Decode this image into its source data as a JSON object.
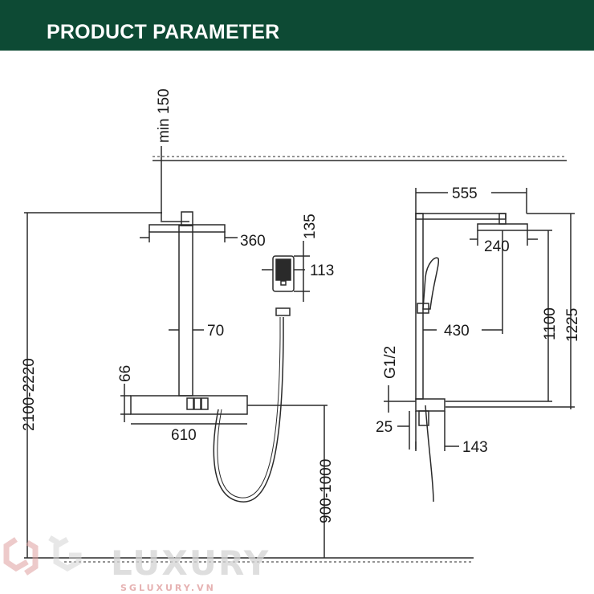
{
  "header": {
    "title": "PRODUCT PARAMETER"
  },
  "colors": {
    "banner": "#0d4a34",
    "line": "#2a2a2a",
    "watermark_red": "#e0a0a0",
    "watermark_grey": "#d4d4d4"
  },
  "dimensions": {
    "min_height": "min 150",
    "head_front": "360",
    "handset_length": "135",
    "handset_width": "113",
    "pipe": "70",
    "valve_height": "66",
    "valve_width": "610",
    "total_height": "2100-2220",
    "install_height": "900-1000",
    "arm_length": "555",
    "head_side": "240",
    "rail_offset": "430",
    "head_height": "1100",
    "top_height": "1225",
    "inlet_thread": "G1/2",
    "inlet_size": "25",
    "valve_depth": "143"
  },
  "watermark": {
    "brand": "LUXURY",
    "site": "SGLUXURY.VN",
    "logo": "sg-logo-icon"
  }
}
